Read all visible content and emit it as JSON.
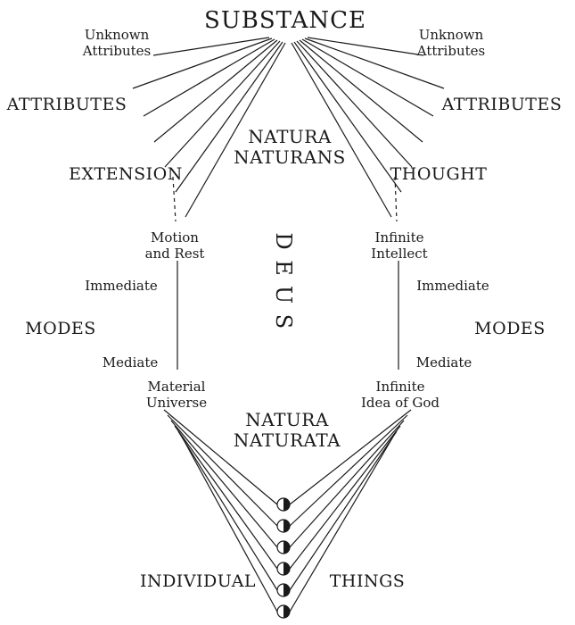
{
  "diagram": {
    "substance": "SUBSTANCE",
    "natura_naturans": {
      "line1": "NATURA",
      "line2": "NATURANS"
    },
    "natura_naturata": {
      "line1": "NATURA",
      "line2": "NATURATA"
    },
    "deus": {
      "letters": [
        "D",
        "E",
        "U",
        "S"
      ]
    },
    "left": {
      "unknown_attributes": {
        "line1": "Unknown",
        "line2": "Attributes"
      },
      "attributes": "ATTRIBUTES",
      "attribute_name": "EXTENSION",
      "immediate_mode": {
        "line1": "Motion",
        "line2": "and Rest"
      },
      "immediate_label": "Immediate",
      "modes": "MODES",
      "mediate_label": "Mediate",
      "mediate_mode": {
        "line1": "Material",
        "line2": "Universe"
      }
    },
    "right": {
      "unknown_attributes": {
        "line1": "Unknown",
        "line2": "Attributes"
      },
      "attributes": "ATTRIBUTES",
      "attribute_name": "THOUGHT",
      "immediate_mode": {
        "line1": "Infinite",
        "line2": "Intellect"
      },
      "immediate_label": "Immediate",
      "modes": "MODES",
      "mediate_label": "Mediate",
      "mediate_mode": {
        "line1": "Infinite",
        "line2": "Idea of God"
      }
    },
    "bottom": {
      "individual": "INDIVIDUAL",
      "things": "THINGS"
    },
    "colors": {
      "ink": "#1a1a1a",
      "background": "#ffffff"
    }
  }
}
